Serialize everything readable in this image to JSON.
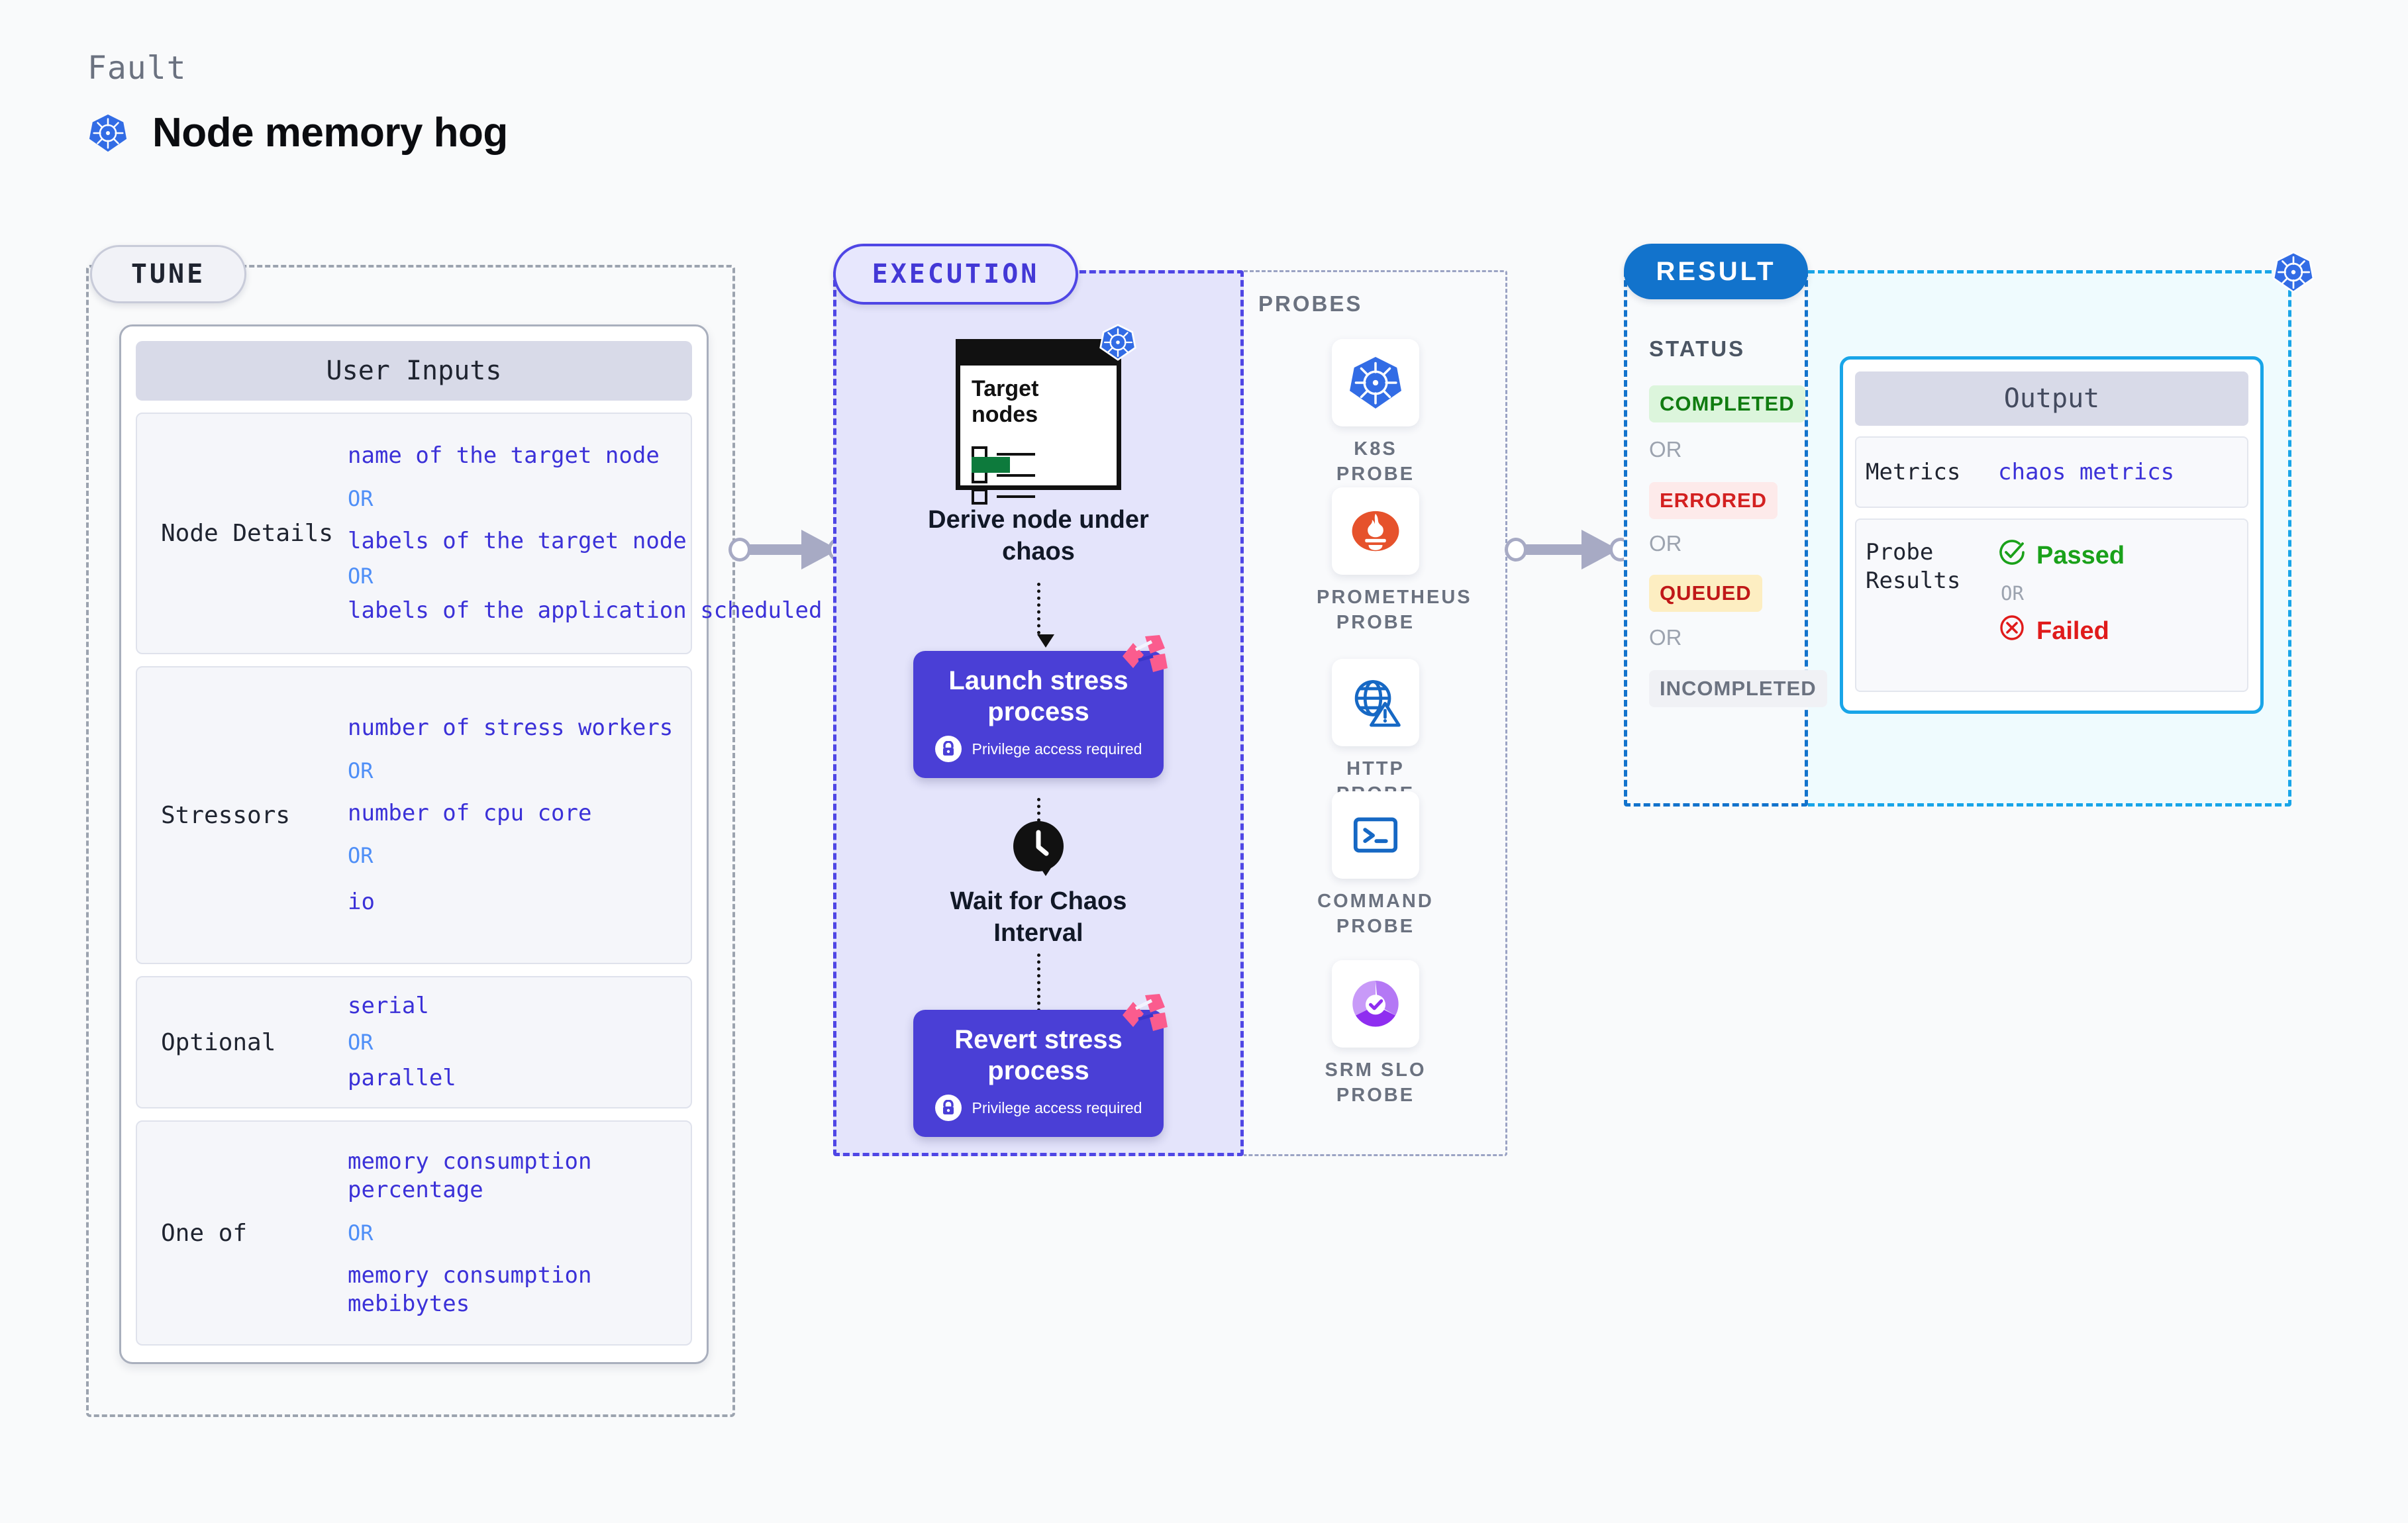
{
  "header": {
    "eyebrow": "Fault",
    "title": "Node memory hog",
    "icon": "kubernetes-icon"
  },
  "tune": {
    "pill_label": "TUNE",
    "card_title": "User Inputs",
    "rows": [
      {
        "label": "Node Details",
        "values": [
          "name of the target node",
          "labels of the target node",
          "labels of the application scheduled on target node"
        ],
        "separator": "OR"
      },
      {
        "label": "Stressors",
        "values": [
          "number of stress workers",
          "number of cpu core",
          "io"
        ],
        "separator": "OR"
      },
      {
        "label": "Optional",
        "values": [
          "serial",
          "parallel"
        ],
        "separator": "OR"
      },
      {
        "label": "One of",
        "values": [
          "memory consumption percentage",
          "memory consumption mebibytes"
        ],
        "separator": "OR"
      }
    ]
  },
  "execution": {
    "pill_label": "EXECUTION",
    "steps": [
      {
        "caption": "Derive node under chaos",
        "icon": "target-nodes-window-icon",
        "badge": "kubernetes-icon",
        "type": "illustration"
      },
      {
        "caption": "Launch stress process",
        "sub": "Privilege access required",
        "icon": "lock-icon",
        "corner": "harness-corner-icon",
        "type": "card"
      },
      {
        "caption": "Wait for Chaos Interval",
        "icon": "clock-icon",
        "type": "illustration"
      },
      {
        "caption": "Revert stress process",
        "sub": "Privilege access required",
        "icon": "lock-icon",
        "corner": "harness-corner-icon",
        "type": "card"
      }
    ]
  },
  "probes": {
    "title": "PROBES",
    "items": [
      {
        "label": "K8S PROBE",
        "icon": "kubernetes-icon"
      },
      {
        "label": "PROMETHEUS PROBE",
        "icon": "prometheus-icon"
      },
      {
        "label": "HTTP PROBE",
        "icon": "globe-warning-icon"
      },
      {
        "label": "COMMAND PROBE",
        "icon": "terminal-icon"
      },
      {
        "label": "SRM SLO PROBE",
        "icon": "slo-gauge-icon"
      }
    ]
  },
  "result": {
    "pill_label": "RESULT",
    "status_title": "STATUS",
    "separator": "OR",
    "statuses": [
      {
        "label": "COMPLETED",
        "bg": "#dcf5dc",
        "fg": "#107c10"
      },
      {
        "label": "ERRORED",
        "bg": "#fdeaea",
        "fg": "#d32020"
      },
      {
        "label": "QUEUED",
        "bg": "#fdeec2",
        "fg": "#c01818"
      },
      {
        "label": "INCOMPLETED",
        "bg": "#f0f1f5",
        "fg": "#6b7280"
      }
    ],
    "corner_icon": "kubernetes-icon",
    "output": {
      "title": "Output",
      "metrics_label": "Metrics",
      "metrics_value": "chaos metrics",
      "probe_results_label": "Probe Results",
      "passed_label": "Passed",
      "failed_label": "Failed",
      "separator": "OR",
      "passed_color": "#1aa11a",
      "failed_color": "#e01b1b"
    }
  },
  "colors": {
    "accent_indigo": "#4a3fd6",
    "accent_blue": "#1273cc",
    "accent_cyan": "#19a5e8",
    "k8s_blue": "#326ce5",
    "pink": "#fb5c8e"
  }
}
